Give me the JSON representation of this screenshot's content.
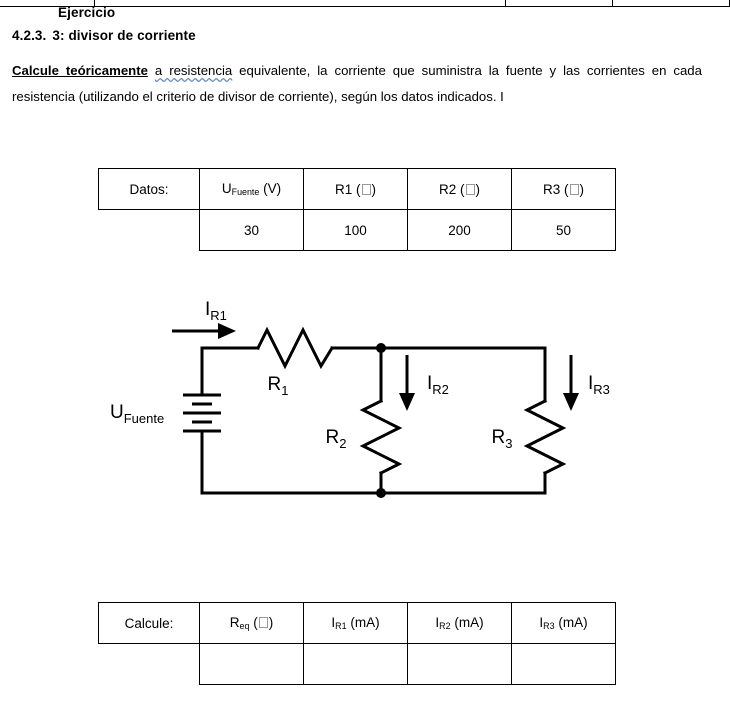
{
  "document": {
    "heading_small": "Ejercicio",
    "section_number": "4.2.3.",
    "section_title": "3: divisor de corriente",
    "statement": {
      "bold_part": "Calcule teóricamente",
      "squiggle_part": "a resistencia",
      "rest": " equivalente, la corriente que suministra la fuente y las corrientes en cada resistencia (utilizando el criterio de divisor de corriente), según los datos indicados. I"
    }
  },
  "datos_table": {
    "row_label": "Datos:",
    "headers": {
      "voltage": {
        "symbol": "U",
        "sub": "Fuente",
        "unit": "(V)"
      },
      "r1": {
        "symbol": "R1",
        "unit_open": "(",
        "unit_close": ")"
      },
      "r2": {
        "symbol": "R2",
        "unit_open": "(",
        "unit_close": ")"
      },
      "r3": {
        "symbol": "R3",
        "unit_open": "(",
        "unit_close": ")"
      }
    },
    "values": {
      "voltage": "30",
      "r1": "100",
      "r2": "200",
      "r3": "50"
    }
  },
  "calcule_table": {
    "row_label": "Calcule:",
    "headers": {
      "req": {
        "symbol": "R",
        "sub": "eq",
        "unit_open": "(",
        "unit_close": ")"
      },
      "ir1": {
        "symbol": "I",
        "sub": "R1",
        "unit": "(mA)"
      },
      "ir2": {
        "symbol": "I",
        "sub": "R2",
        "unit": "(mA)"
      },
      "ir3": {
        "symbol": "I",
        "sub": "R3",
        "unit": "(mA)"
      }
    },
    "values": {
      "req": "",
      "ir1": "",
      "ir2": "",
      "ir3": ""
    }
  },
  "circuit": {
    "source_symbol": "U",
    "source_sub": "Fuente",
    "r1_symbol": "R",
    "r1_sub": "1",
    "r2_symbol": "R",
    "r2_sub": "2",
    "r3_symbol": "R",
    "r3_sub": "3",
    "ir1_symbol": "I",
    "ir1_sub": "R1",
    "ir2_symbol": "I",
    "ir2_sub": "R2",
    "ir3_symbol": "I",
    "ir3_sub": "R3",
    "wire_color": "#000000"
  }
}
